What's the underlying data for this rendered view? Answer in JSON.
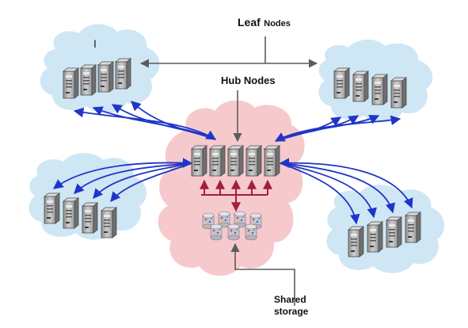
{
  "labels": {
    "leaf_word": "Leaf",
    "leaf_nodes_word": "Nodes",
    "hub_nodes": "Hub Nodes",
    "shared": "Shared",
    "storage": "storage",
    "cursor_glyph": "I"
  },
  "colors": {
    "leaf_cloud": "#cfe6f5",
    "hub_cloud": "#f6c9cd",
    "blue_arrow": "#1f35c8",
    "red_arrow": "#a3203a",
    "gray_arrow": "#5c5c5c"
  },
  "icons": {
    "server": "server-icon",
    "disk": "storage-disk-icon",
    "cursor": "text-cursor-icon"
  }
}
